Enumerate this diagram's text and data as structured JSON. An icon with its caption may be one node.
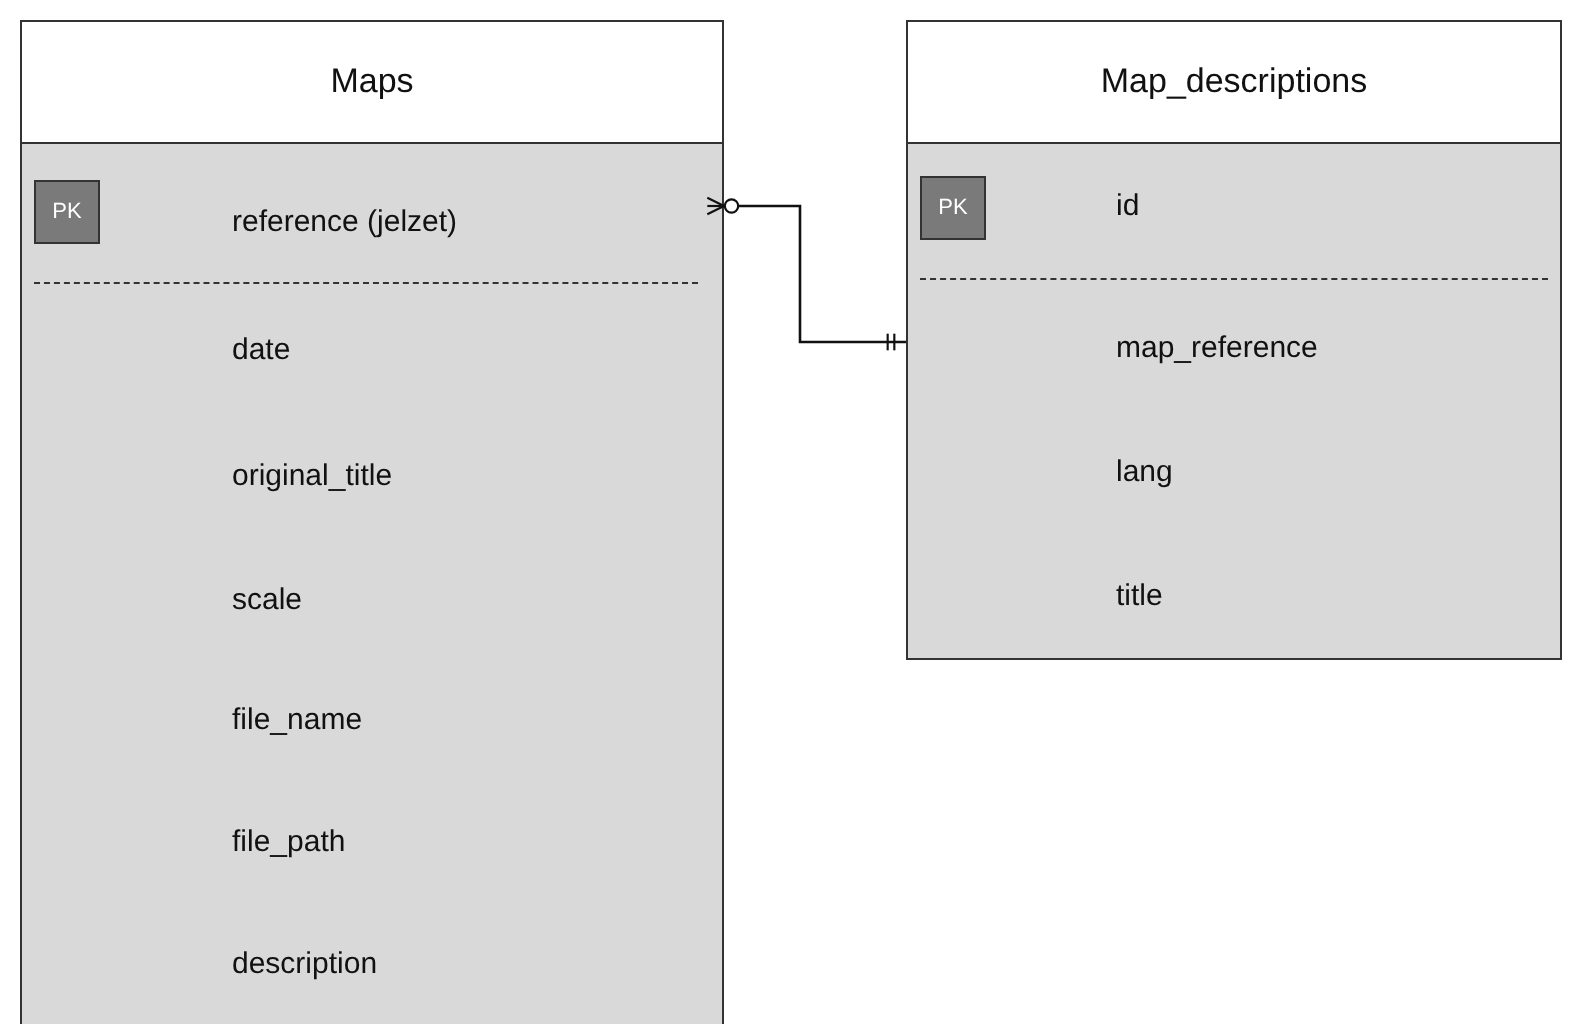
{
  "diagram": {
    "nodes": [
      {
        "text": [
          "Maps"
        ]
      },
      {
        "text": [
          "PK"
        ],
        "in": 0
      },
      {
        "text": [
          "Map_descriptions"
        ]
      },
      {
        "text": [
          "PK"
        ],
        "in": 2
      }
    ],
    "edges": [
      {
        "from": 0,
        "to": 2,
        "arrow": "other"
      }
    ],
    "labels": [
      "reference (jelzet)",
      "date",
      "original_title",
      "scale",
      "file_name",
      "file_path",
      "description",
      "id",
      "map_reference",
      "lang",
      "title"
    ]
  }
}
